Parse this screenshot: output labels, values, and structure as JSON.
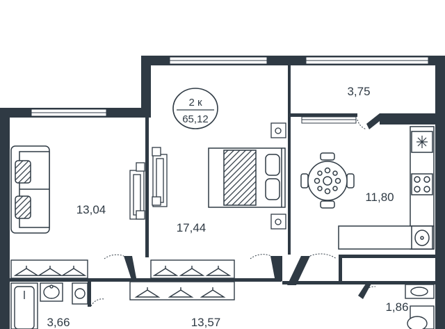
{
  "apartment": {
    "rooms_label": "2 к",
    "total_area": "65,12"
  },
  "rooms": {
    "living": {
      "area": "13,04"
    },
    "bedroom": {
      "area": "17,44"
    },
    "balcony": {
      "area": "3,75"
    },
    "kitchen": {
      "area": "11,80"
    },
    "bathroom": {
      "area": "3,66"
    },
    "hall": {
      "area": "13,57"
    },
    "wc": {
      "area": "1,86"
    }
  },
  "colors": {
    "wall": "#2f3a44",
    "window": "#ffffff",
    "furniture_stroke": "#2f3a44"
  }
}
